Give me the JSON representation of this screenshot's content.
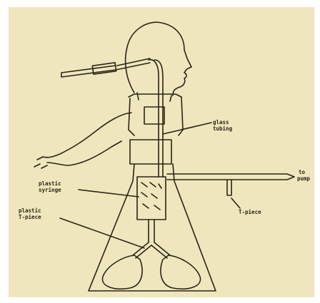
{
  "figure": {
    "colors": {
      "paper": "#efe6bd",
      "ink": "#2b2416",
      "border": "#ffffff"
    },
    "labels": {
      "glass_tubing": [
        "glass",
        "tubing"
      ],
      "to_pump": [
        "to",
        "pump"
      ],
      "plastic_syringe": [
        "plastic",
        "syringe"
      ],
      "plastic_t_piece": [
        "plastic",
        "T-piece"
      ],
      "t_piece": "T-piece"
    }
  }
}
